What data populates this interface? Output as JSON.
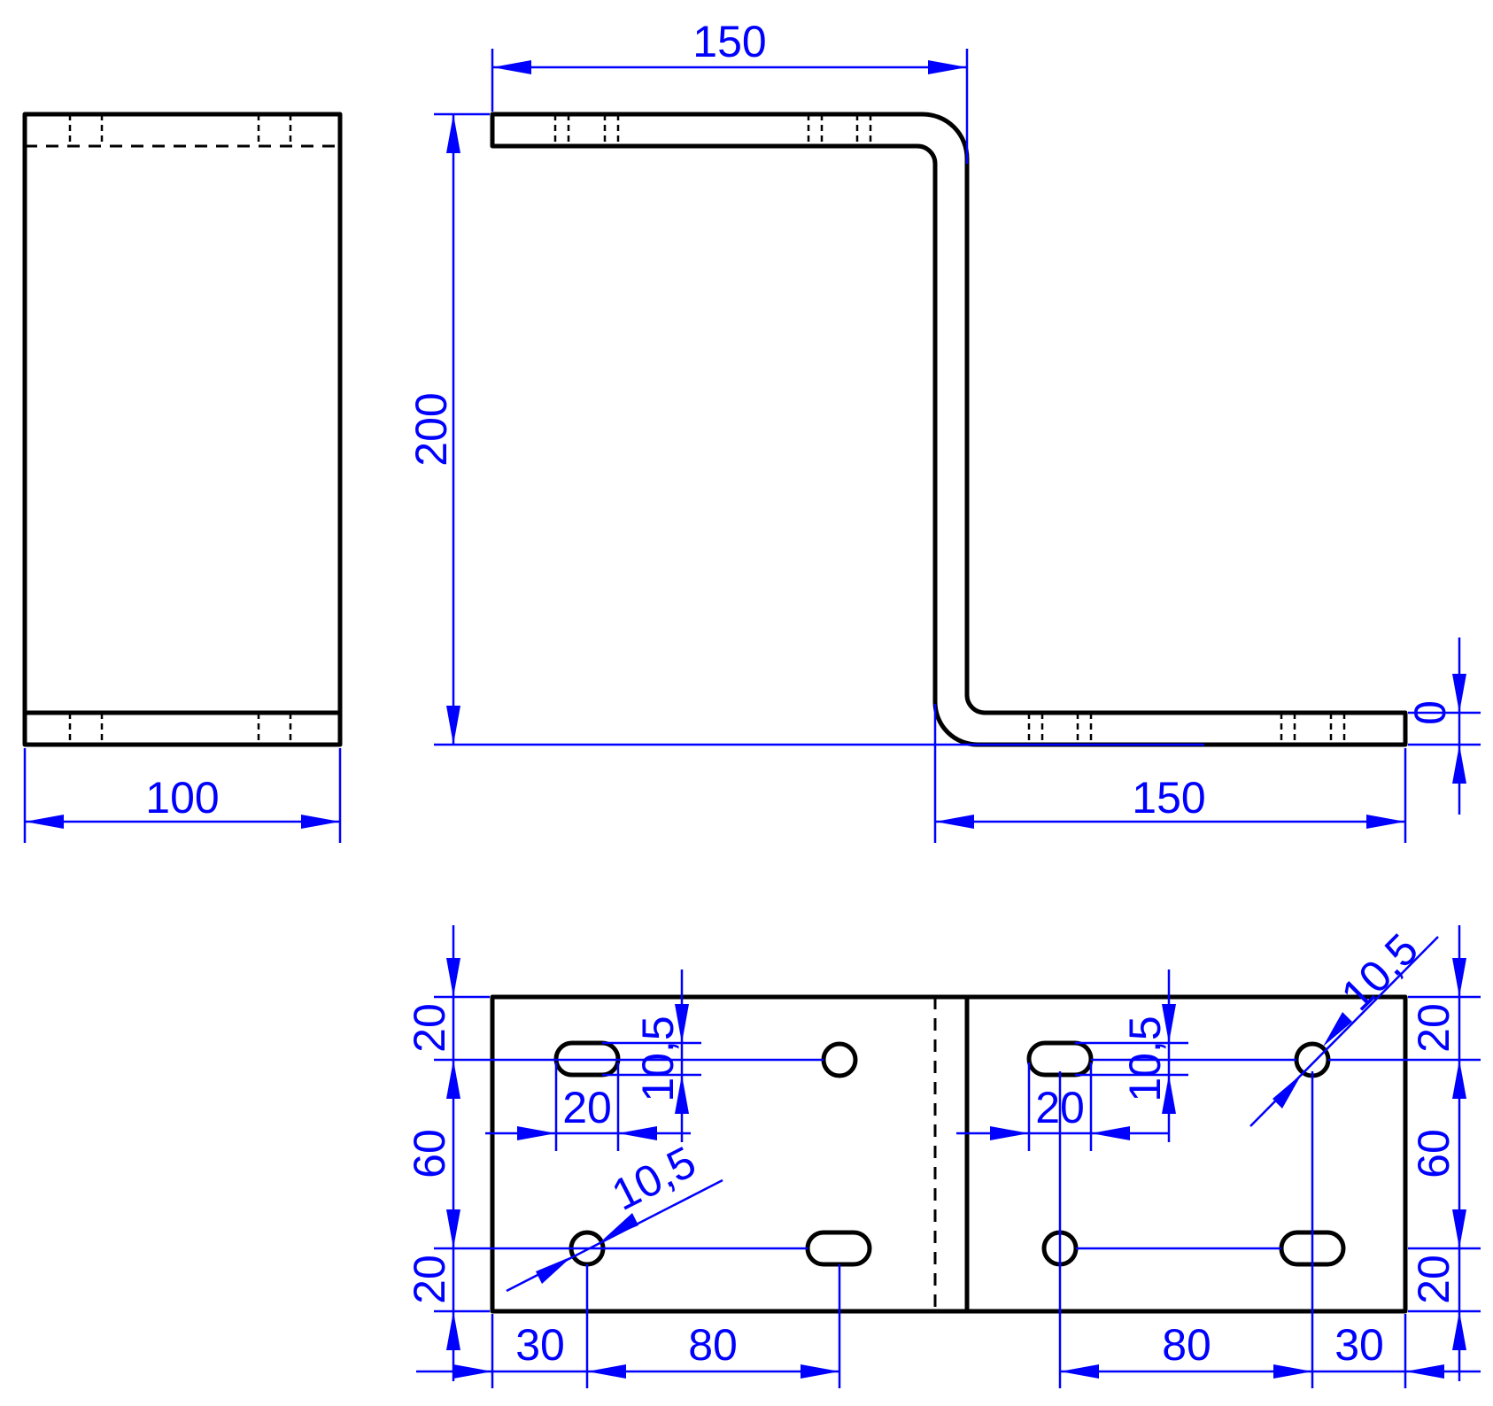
{
  "dimensions": {
    "top_flange_length": "150",
    "total_height": "200",
    "bottom_flange_length": "150",
    "side_width": "100",
    "thickness_marker": "0",
    "hole_row_offset_top_left": "20",
    "hole_row_spacing_left": "60",
    "hole_row_offset_bottom_left": "20",
    "hole_row_offset_top_right": "20",
    "hole_row_spacing_right": "60",
    "hole_row_offset_bottom_right": "20",
    "edge_to_hole_left": "30",
    "hole_spacing_left": "80",
    "hole_spacing_right": "80",
    "edge_to_hole_right": "30",
    "slot_length_left": "20",
    "slot_length_right": "20",
    "slot_width_left": "10,5",
    "slot_width_right": "10,5",
    "hole_diameter_lower_left": "10,5",
    "hole_diameter_upper_right": "10,5"
  },
  "colors": {
    "outline": "#000000",
    "dimension": "#0000ff"
  }
}
